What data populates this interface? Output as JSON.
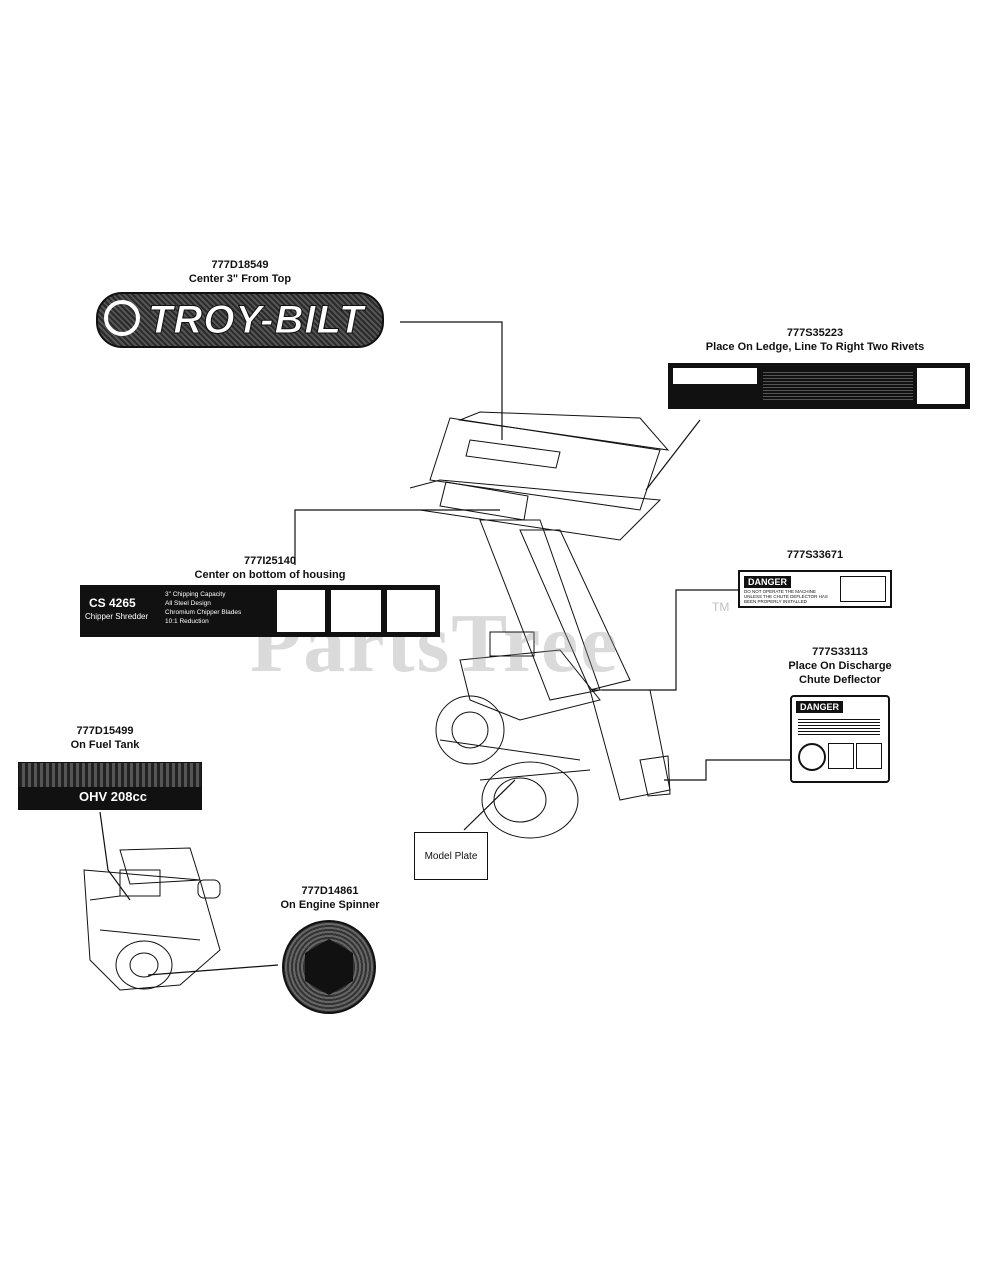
{
  "callouts": {
    "logo": {
      "part": "777D18549",
      "note": "Center 3\" From Top"
    },
    "warning": {
      "part": "777S35223",
      "note": "Place On Ledge, Line To Right Two Rivets"
    },
    "cs": {
      "part": "777I25140",
      "note": "Center on bottom of housing"
    },
    "danger_small": {
      "part": "777S33671"
    },
    "danger_chute": {
      "part": "777S33113",
      "note_line1": "Place On Discharge",
      "note_line2": "Chute Deflector"
    },
    "fuel": {
      "part": "777D15499",
      "note": "On Fuel Tank"
    },
    "spinner": {
      "part": "777D14861",
      "note": "On Engine Spinner"
    }
  },
  "decals": {
    "logo_text": "TROY-BILT",
    "cs_model": "CS 4265",
    "cs_sub": "Chipper Shredder",
    "cs_bullets": [
      "3\" Chipping Capacity",
      "All Steel Design",
      "Chromium Chipper Blades",
      "10:1 Reduction"
    ],
    "ohv_text": "OHV 208cc",
    "danger_word": "DANGER",
    "danger_small_text": "DO NOT OPERATE THE MACHINE UNLESS THE CHUTE DEFLECTOR HAS BEEN PROPERLY INSTALLED",
    "model_plate": "Model Plate"
  },
  "watermark": {
    "text": "PartsTree",
    "tm": "TM"
  },
  "colors": {
    "ink": "#111111",
    "paper": "#ffffff",
    "watermark": "#969696"
  }
}
